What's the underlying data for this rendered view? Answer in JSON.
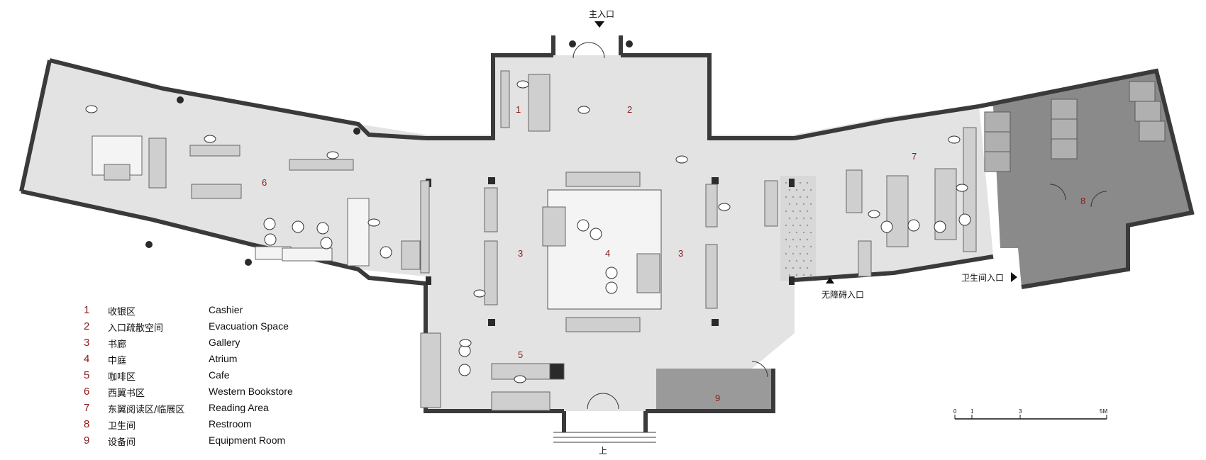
{
  "colors": {
    "wall": "#3a3a3a",
    "floor": "#e3e3e3",
    "atrium": "#f2f2f2",
    "service": "#8a8a8a",
    "furniture": "#cfcfcf",
    "number": "#8b1a1a"
  },
  "callouts": {
    "main_entrance": "主入口",
    "accessible_entrance": "无障碍入口",
    "restroom_entrance": "卫生间入口",
    "up": "上"
  },
  "rooms": [
    {
      "num": "1",
      "zh": "收银区",
      "en": "Cashier"
    },
    {
      "num": "2",
      "zh": "入口疏散空间",
      "en": "Evacuation Space"
    },
    {
      "num": "3",
      "zh": "书廊",
      "en": "Gallery"
    },
    {
      "num": "4",
      "zh": "中庭",
      "en": "Atrium"
    },
    {
      "num": "5",
      "zh": "咖啡区",
      "en": "Cafe"
    },
    {
      "num": "6",
      "zh": "西翼书区",
      "en": "Western Bookstore"
    },
    {
      "num": "7",
      "zh": "东翼阅读区/临展区",
      "en": "Reading Area"
    },
    {
      "num": "8",
      "zh": "卫生间",
      "en": "Restroom"
    },
    {
      "num": "9",
      "zh": "设备间",
      "en": "Equipment Room"
    }
  ],
  "scale_bar": {
    "ticks": [
      "0",
      "1",
      "3",
      "5M"
    ]
  }
}
